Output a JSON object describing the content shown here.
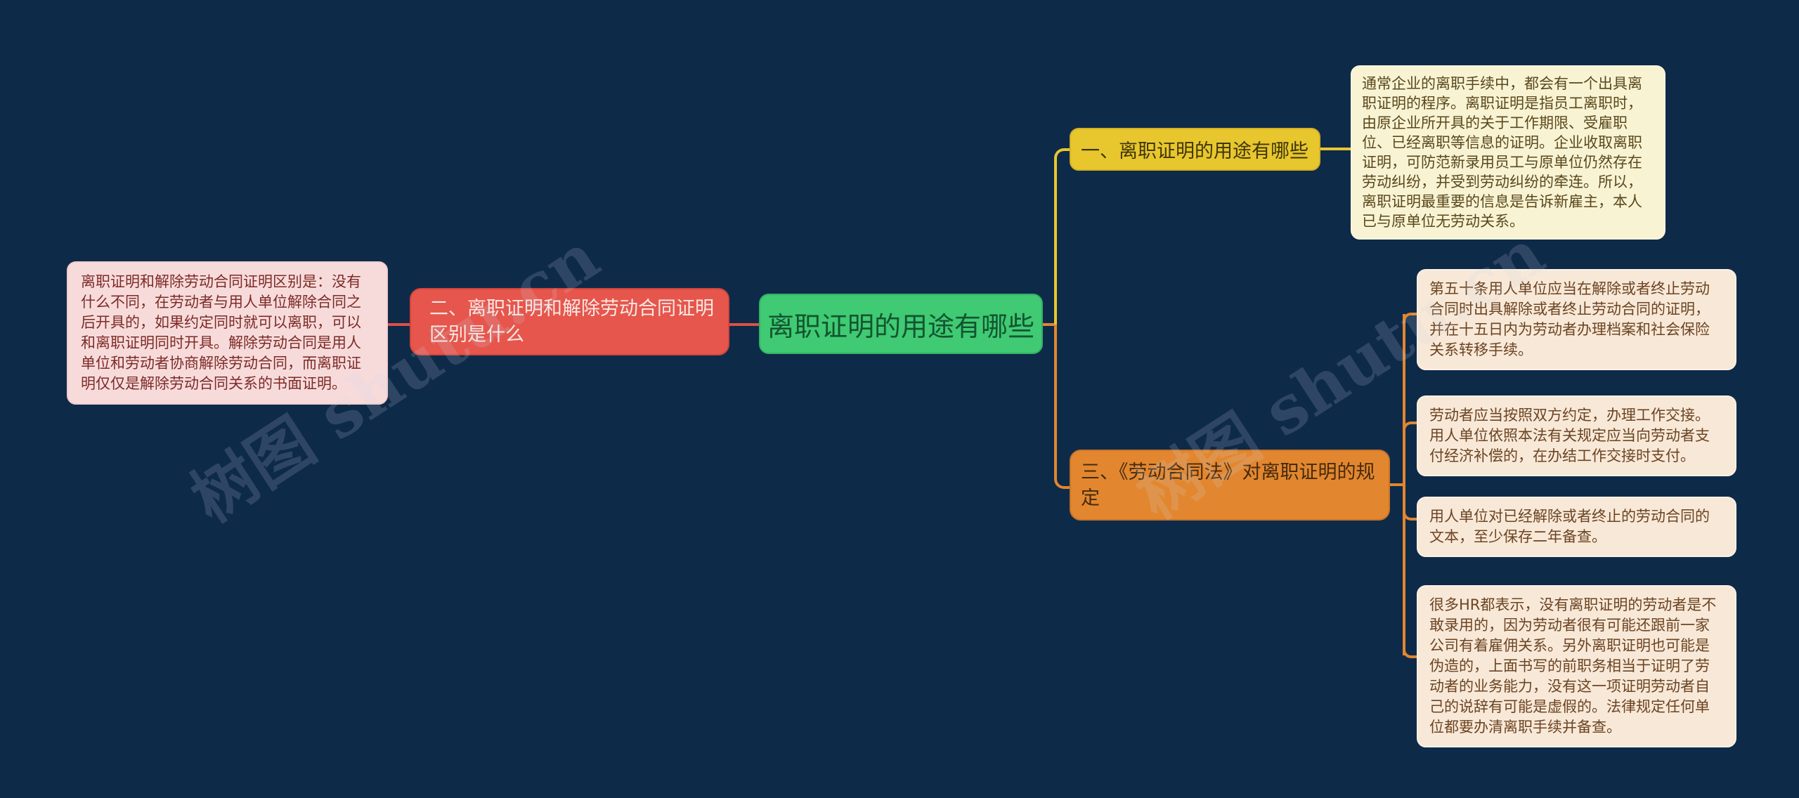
{
  "mindmap": {
    "root": {
      "label": "离职证明的用途有哪些"
    },
    "branches": [
      {
        "label": "一、离职证明的用途有哪些",
        "note": "通常企业的离职手续中，都会有一个出具离职证明的程序。离职证明是指员工离职时，由原企业所开具的关于工作期限、受雇职位、已经离职等信息的证明。企业收取离职证明，可防范新录用员工与原单位仍然存在劳动纠纷，并受到劳动纠纷的牵连。所以，离职证明最重要的信息是告诉新雇主，本人已与原单位无劳动关系。"
      },
      {
        "label": "二、离职证明和解除劳动合同证明区别是什么",
        "note": "离职证明和解除劳动合同证明区别是：没有什么不同，在劳动者与用人单位解除合同之后开具的，如果约定同时就可以离职，可以和离职证明同时开具。解除劳动合同是用人单位和劳动者协商解除劳动合同，而离职证明仅仅是解除劳动合同关系的书面证明。"
      },
      {
        "label": "三、《劳动合同法》对离职证明的规定",
        "notes": [
          "第五十条用人单位应当在解除或者终止劳动合同时出具解除或者终止劳动合同的证明，并在十五日内为劳动者办理档案和社会保险关系转移手续。",
          "劳动者应当按照双方约定，办理工作交接。用人单位依照本法有关规定应当向劳动者支付经济补偿的，在办结工作交接时支付。",
          "用人单位对已经解除或者终止的劳动合同的文本，至少保存二年备查。",
          "很多HR都表示，没有离职证明的劳动者是不敢录用的，因为劳动者很有可能还跟前一家公司有着雇佣关系。另外离职证明也可能是伪造的，上面书写的前职务相当于证明了劳动者的业务能力，没有这一项证明劳动者自己的说辞有可能是虚假的。法律规定任何单位都要办清离职手续并备查。"
        ]
      }
    ]
  },
  "watermark": {
    "text": "树图 shutu.cn"
  },
  "colors": {
    "background": "#0e2a49",
    "root_green": "#3fca73",
    "branch_yellow": "#e8c62e",
    "branch_red": "#e6564c",
    "branch_orange": "#e2872f",
    "note_pink": "#f7dbdb",
    "note_pale_yellow": "#f8f3d3",
    "note_cream": "#f8e8d7",
    "line_red": "#df4f45",
    "line_yellow": "#e8c62e",
    "line_orange": "#e2862f"
  }
}
